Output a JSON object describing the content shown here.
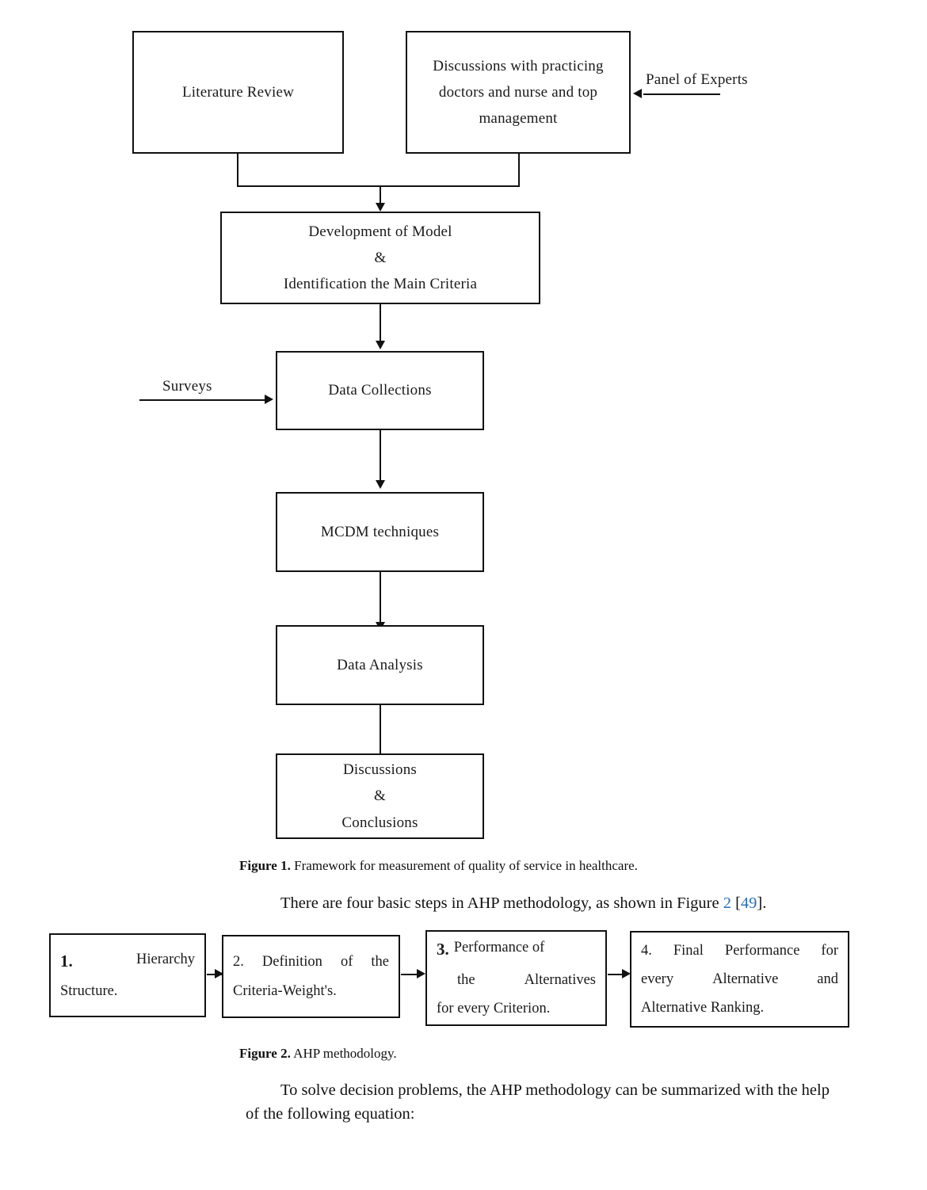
{
  "figure1": {
    "boxes": [
      {
        "id": "literature-review",
        "lines": [
          "Literature Review"
        ]
      },
      {
        "id": "discussions-experts",
        "lines": [
          "Discussions with practicing",
          "doctors and nurse and top",
          "management"
        ]
      },
      {
        "id": "development-of-model",
        "lines": [
          "Development of Model",
          "&",
          "Identification the Main Criteria"
        ]
      },
      {
        "id": "data-collections",
        "lines": [
          "Data Collections"
        ]
      },
      {
        "id": "mcdm-techniques",
        "lines": [
          "MCDM techniques"
        ]
      },
      {
        "id": "data-analysis",
        "lines": [
          "Data Analysis"
        ]
      },
      {
        "id": "discussions-conclusions",
        "lines": [
          "Discussions",
          "&",
          "Conclusions"
        ]
      }
    ],
    "labels": {
      "panel_of_experts": "Panel of Experts",
      "surveys": "Surveys"
    },
    "caption_prefix": "Figure 1.",
    "caption_text": "Framework for measurement of quality of service in healthcare."
  },
  "body_text": {
    "intro_p1_a": "There are four basic steps in AHP methodology, as shown in Figure ",
    "intro_p1_link1": "2",
    "intro_p1_b": " [",
    "intro_p1_link2": "49",
    "intro_p1_c": "].",
    "closing_line1": "To solve decision problems, the AHP methodology can be summarized with the help",
    "closing_line2": "of the following equation:"
  },
  "figure2": {
    "steps": [
      {
        "id": "step-1",
        "number": "1.",
        "number_bold": true,
        "rows": [
          {
            "cells": [
              "Hierarchy"
            ],
            "align": "right"
          },
          {
            "cells": [
              "Structure."
            ],
            "align": "left"
          }
        ]
      },
      {
        "id": "step-2",
        "number": "2.",
        "number_bold": false,
        "rows": [
          {
            "cells": [
              "Definition",
              "of",
              "the"
            ],
            "align": "justify"
          },
          {
            "cells": [
              "Criteria-Weight's."
            ],
            "align": "left"
          }
        ]
      },
      {
        "id": "step-3",
        "number": "3.",
        "number_bold": true,
        "rows": [
          {
            "cells": [
              "Performance of"
            ],
            "align": "left"
          },
          {
            "cells": [
              "the",
              "Alternatives"
            ],
            "align": "justify"
          },
          {
            "cells": [
              "for every Criterion."
            ],
            "align": "left"
          }
        ]
      },
      {
        "id": "step-4",
        "number": "4.",
        "number_bold": false,
        "rows": [
          {
            "cells": [
              "Final",
              "Performance",
              "for"
            ],
            "align": "justify"
          },
          {
            "cells": [
              "every",
              "Alternative",
              "and"
            ],
            "align": "justify"
          },
          {
            "cells": [
              "Alternative Ranking."
            ],
            "align": "left"
          }
        ]
      }
    ],
    "caption_prefix": "Figure 2.",
    "caption_text": "AHP methodology."
  },
  "colors": {
    "ink": "#111111",
    "link": "#2a6ebb",
    "page": "#ffffff"
  }
}
